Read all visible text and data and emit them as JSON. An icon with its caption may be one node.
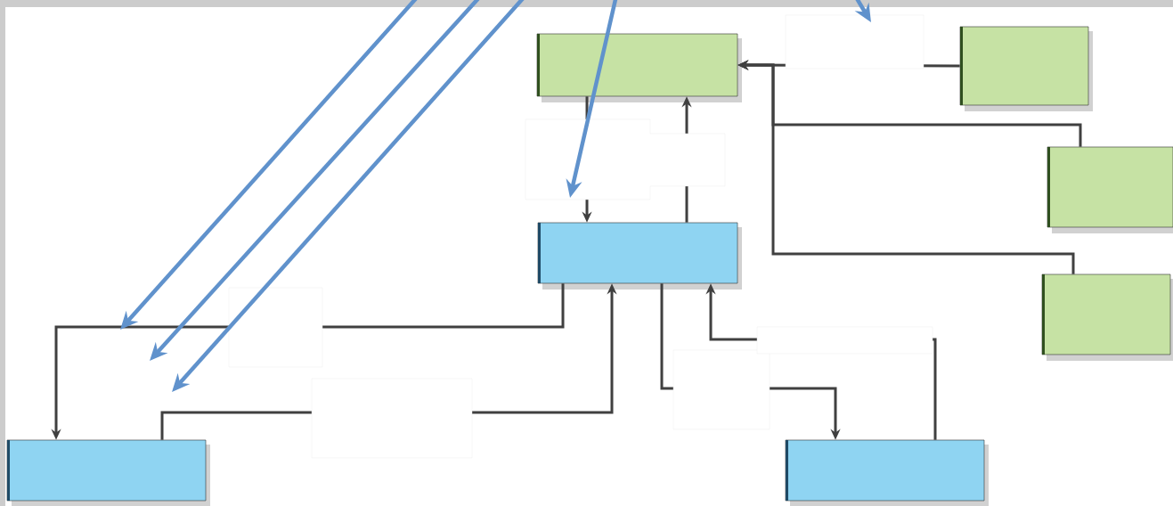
{
  "diagram": {
    "nodes": [
      {
        "text": [],
        "shape": "box"
      },
      {
        "text": [],
        "shape": "box"
      },
      {
        "text": [],
        "shape": "box"
      },
      {
        "text": [],
        "shape": "box"
      },
      {
        "text": [],
        "shape": "box"
      },
      {
        "text": [],
        "shape": "box"
      },
      {
        "text": [],
        "shape": "box"
      }
    ],
    "edges": [
      {
        "from": 1,
        "to": 0,
        "arrow": "to"
      },
      {
        "from": 2,
        "to": 0,
        "arrow": "to"
      },
      {
        "from": 3,
        "to": 0,
        "arrow": "to"
      },
      {
        "from": 0,
        "to": 4,
        "arrow": "to"
      },
      {
        "from": 4,
        "to": 0,
        "arrow": "to"
      },
      {
        "from": 4,
        "to": 5,
        "arrow": "to"
      },
      {
        "from": 5,
        "to": 4,
        "arrow": "to"
      },
      {
        "from": 4,
        "to": 6,
        "arrow": "to"
      },
      {
        "from": 6,
        "to": 4,
        "arrow": "to"
      }
    ]
  }
}
